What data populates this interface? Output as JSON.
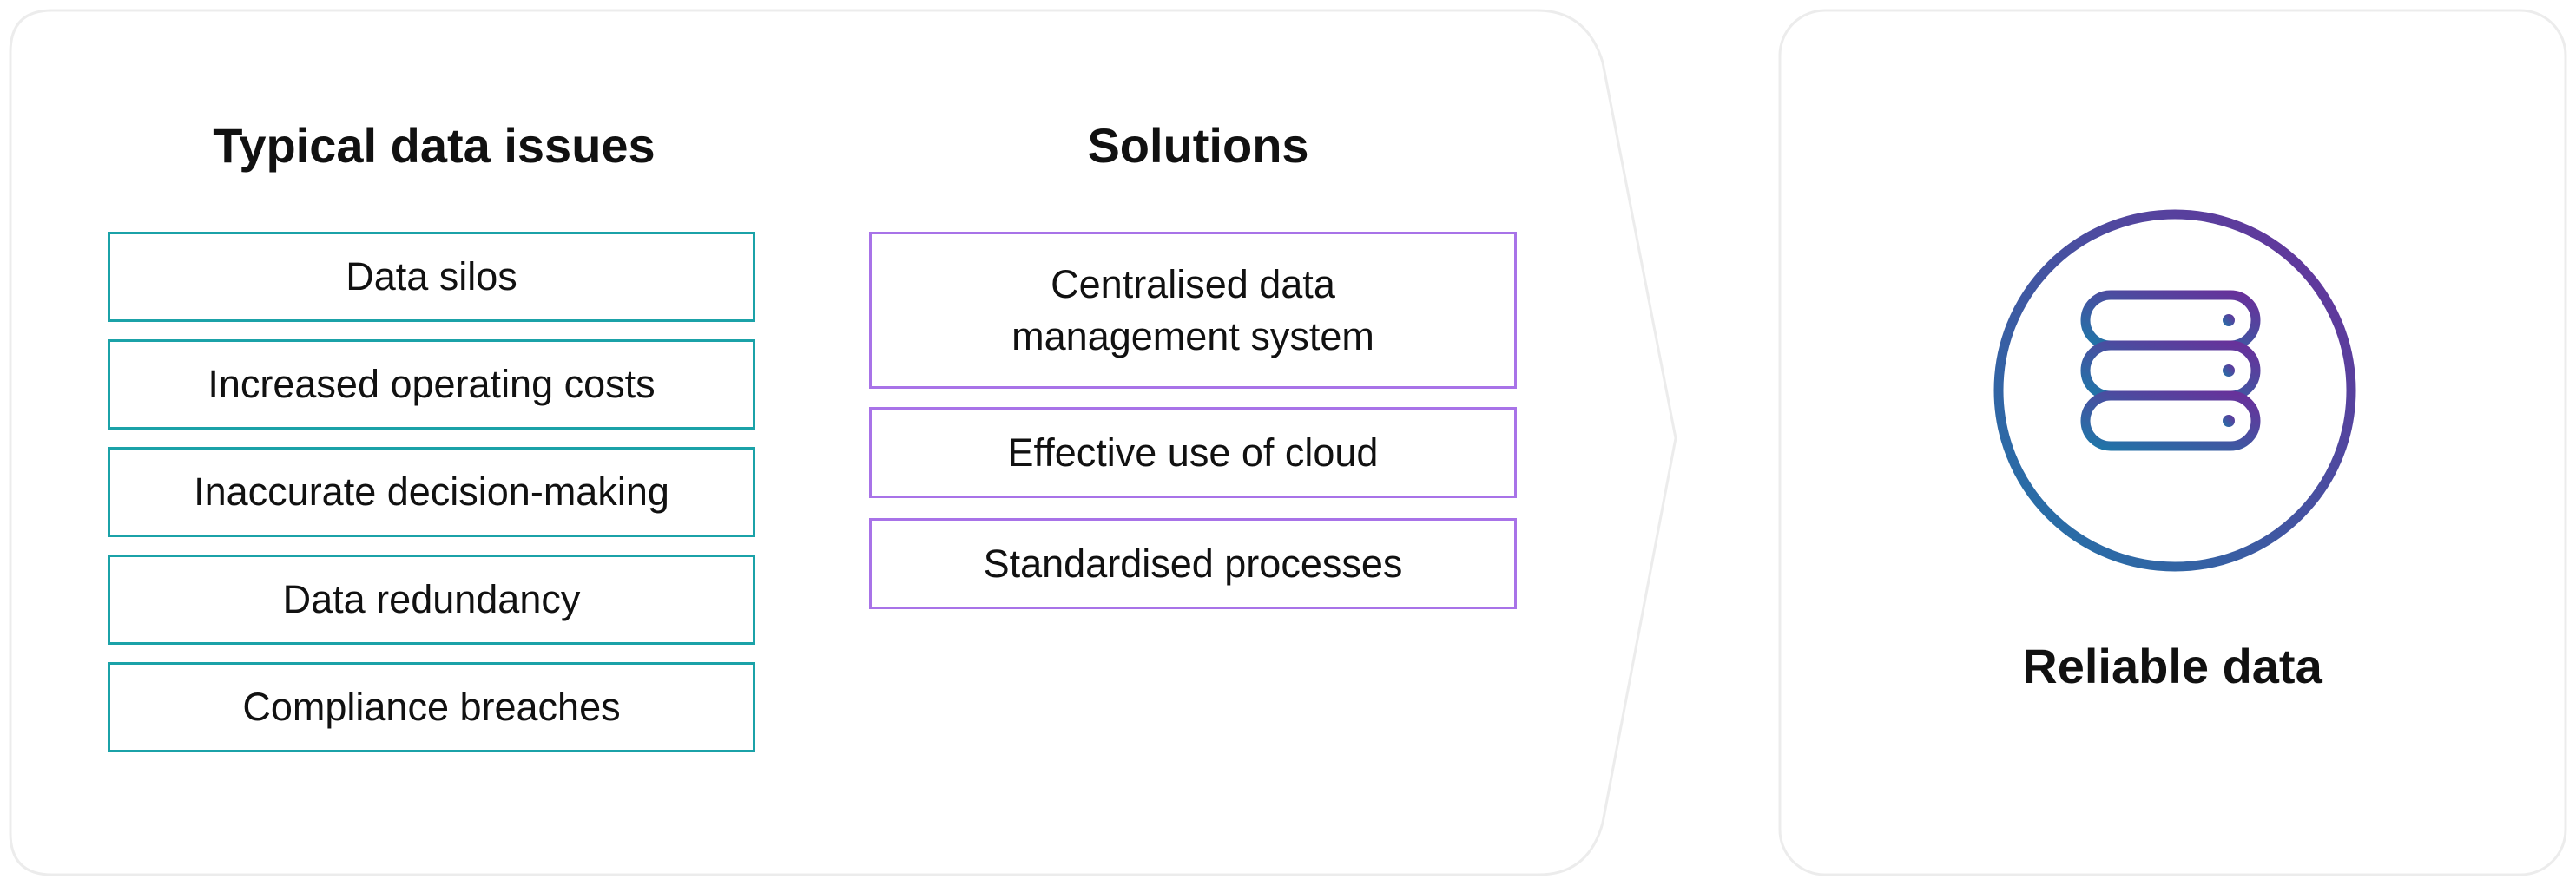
{
  "issues": {
    "heading": "Typical data issues",
    "items": [
      "Data silos",
      "Increased operating costs",
      "Inaccurate decision-making",
      "Data redundancy",
      "Compliance breaches"
    ]
  },
  "solutions": {
    "heading": "Solutions",
    "items": [
      "Centralised data management system",
      "Effective use of cloud",
      "Standardised processes"
    ]
  },
  "result": {
    "label": "Reliable data",
    "icon": "server-database-icon"
  },
  "colors": {
    "issue_border": "#1ba2a8",
    "solution_border": "#a873e8",
    "icon_gradient_start": "#1f76a8",
    "icon_gradient_end": "#6a2f9a",
    "panel_border": "#ececec"
  }
}
